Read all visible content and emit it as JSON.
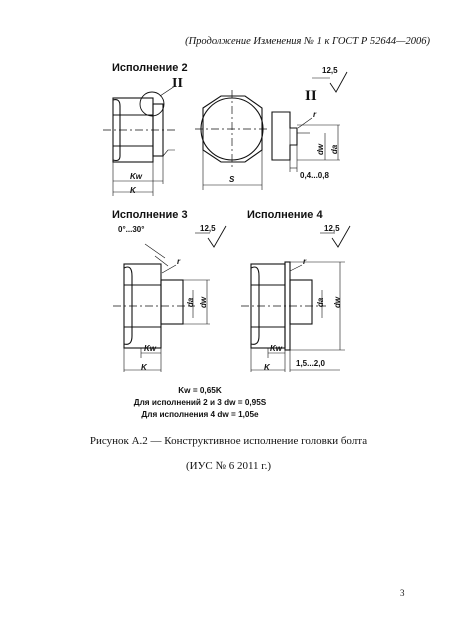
{
  "header_text": "(Продолжение Изменения № 1 к ГОСТ Р 52644—2006)",
  "variants": {
    "v2_title": "Исполнение 2",
    "v3_title": "Исполнение 3",
    "v4_title": "Исполнение 4"
  },
  "callouts": {
    "detail_mark": "II",
    "roughness_1": "12,5",
    "roughness_2": "12,5",
    "roughness_3": "12,5",
    "angle": "0°...30°",
    "r_label": "r",
    "s_label": "S",
    "k_label": "K",
    "kw_label": "Kw",
    "dw_label": "dw",
    "da_label": "da",
    "range_1": "0,4...0,8",
    "range_2": "1,5...2,0"
  },
  "formulas": {
    "line1": "Kw = 0,65K",
    "line2": "Для исполнений 2 и 3 dw = 0,95S",
    "line3": "Для исполнения 4 dw = 1,05e"
  },
  "caption": "Рисунок А.2 — Конструктивное исполнение головки болта",
  "note": "(ИУС № 6  2011 г.)",
  "page_number": "3"
}
